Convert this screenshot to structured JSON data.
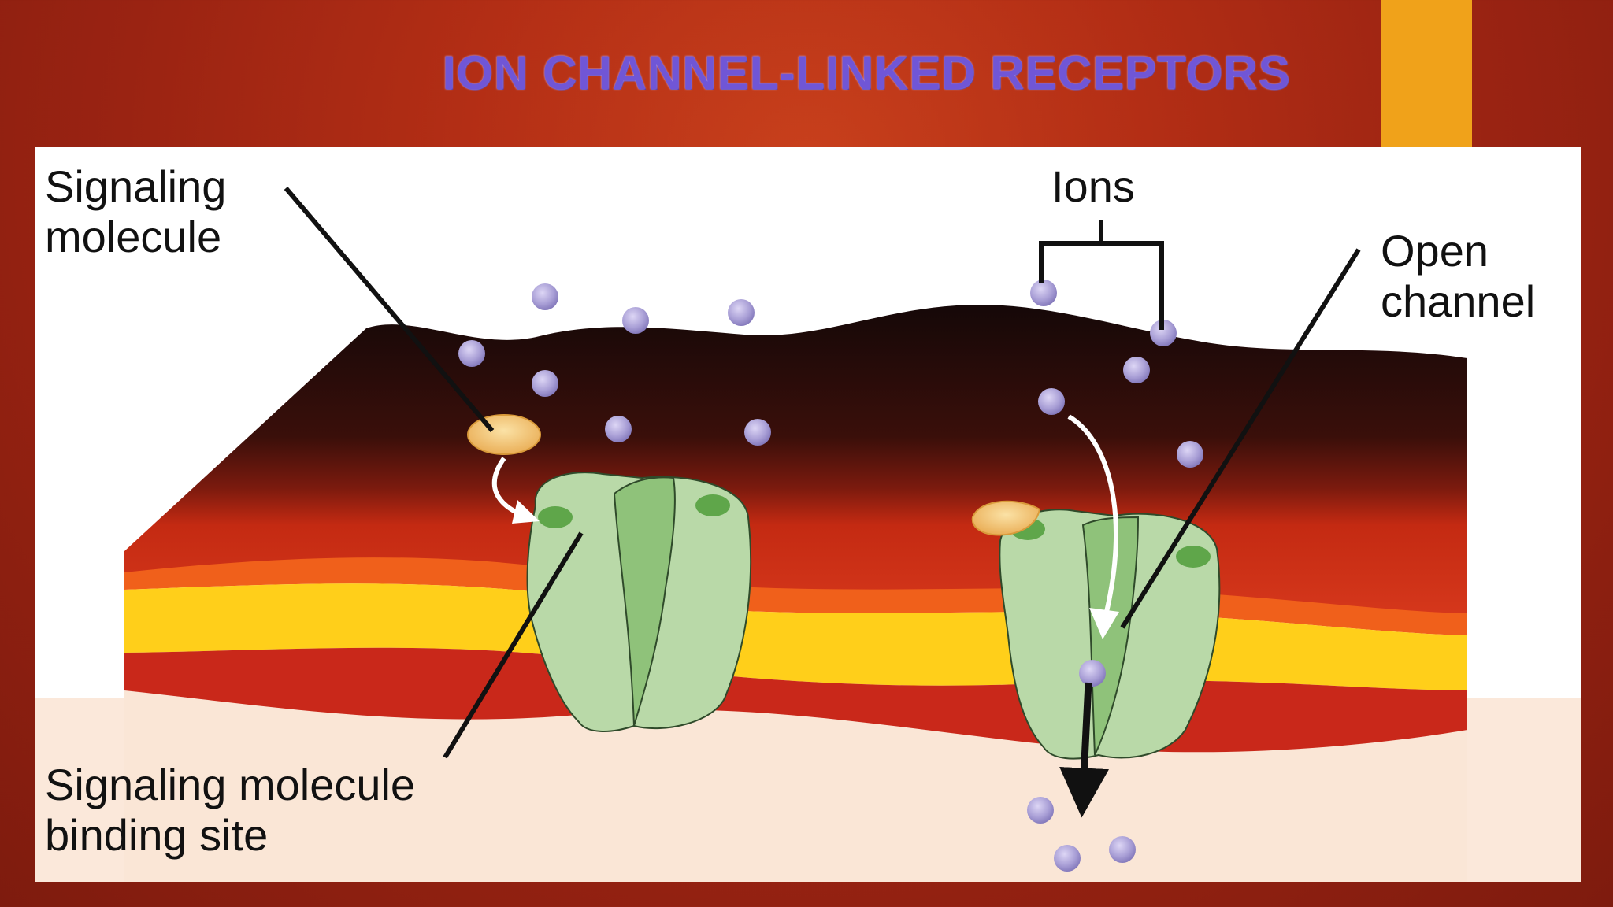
{
  "slide": {
    "title": "Ion Channel-Linked Receptors"
  },
  "diagram": {
    "labels": {
      "signaling_molecule": [
        "Signaling",
        "molecule"
      ],
      "ions": "Ions",
      "open_channel": [
        "Open",
        "channel"
      ],
      "binding_site": [
        "Signaling molecule",
        "binding site"
      ]
    }
  },
  "colors": {
    "background": "#b32e15",
    "accent_bar": "#f0a21a",
    "title": "#7056d6",
    "ion": "#a99fd6",
    "channel": "#b9d9a8",
    "signaling_molecule": "#f3c36b"
  }
}
